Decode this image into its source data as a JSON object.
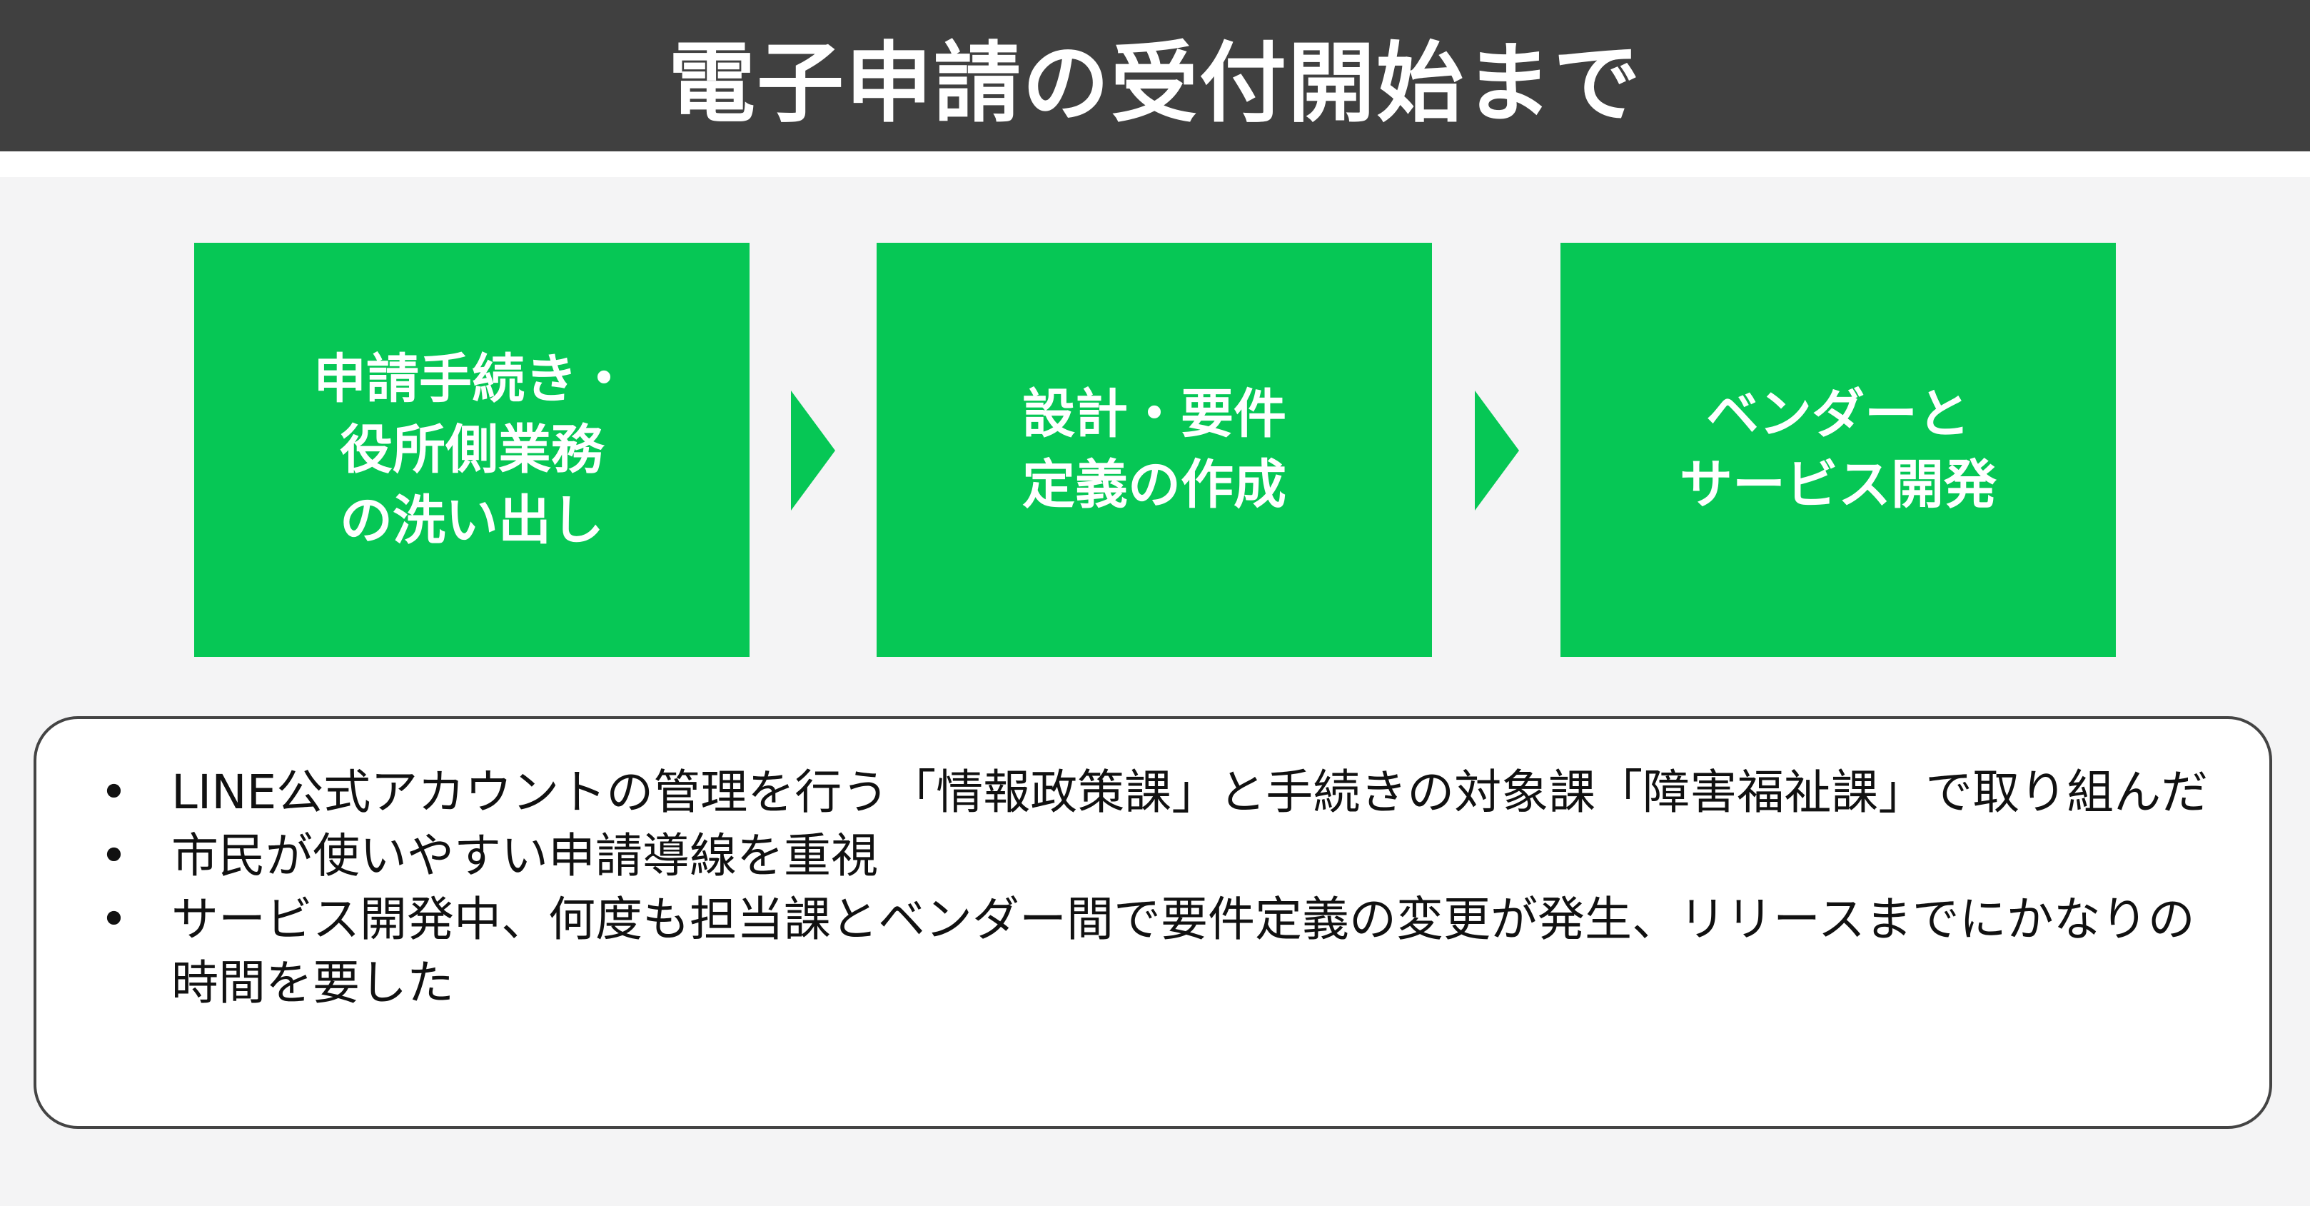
{
  "title": "電子申請の受付開始まで",
  "steps": [
    {
      "label": "申請手続き・\n役所側業務\nの洗い出し"
    },
    {
      "label": "設計・要件\n定義の作成"
    },
    {
      "label": "ベンダーと\nサービス開発"
    }
  ],
  "bullets": [
    "LINE公式アカウントの管理を行う「情報政策課」と手続きの対象課「障害福祉課」で取り組んだ",
    "市民が使いやすい申請導線を重視",
    "サービス開発中、何度も担当課とベンダー間で要件定義の変更が発生、リリースまでにかなりの時間を要した"
  ],
  "colors": {
    "accent": "#06c755",
    "header": "#404040",
    "background": "#f4f4f5"
  }
}
